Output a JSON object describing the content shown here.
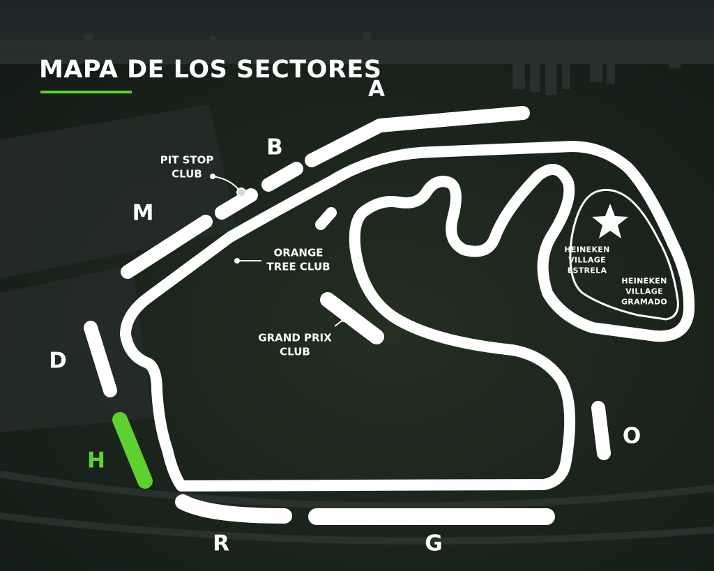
{
  "title": "MAPA DE LOS SECTORES",
  "colors": {
    "track": "#ffffff",
    "active_sector": "#5fd12f",
    "accent_underline": "#5fd12f",
    "background": "#1f2a24"
  },
  "sectors": [
    {
      "id": "A",
      "label": "A",
      "active": false
    },
    {
      "id": "B",
      "label": "B",
      "active": false
    },
    {
      "id": "M",
      "label": "M",
      "active": false
    },
    {
      "id": "D",
      "label": "D",
      "active": false
    },
    {
      "id": "H",
      "label": "H",
      "active": true
    },
    {
      "id": "R",
      "label": "R",
      "active": false
    },
    {
      "id": "G",
      "label": "G",
      "active": false
    },
    {
      "id": "O",
      "label": "O",
      "active": false
    }
  ],
  "zones": {
    "pit_stop_club": {
      "line1": "PIT STOP",
      "line2": "CLUB"
    },
    "orange_tree_club": {
      "line1": "ORANGE",
      "line2": "TREE CLUB"
    },
    "grand_prix_club": {
      "line1": "GRAND PRIX",
      "line2": "CLUB"
    },
    "heineken_village_estrela": {
      "line1": "HEINEKEN",
      "line2": "VILLAGE",
      "line3": "ESTRELA"
    },
    "heineken_village_gramado": {
      "line1": "HEINEKEN",
      "line2": "VILLAGE",
      "line3": "GRAMADO"
    }
  },
  "icons": {
    "village_marker": "star-icon"
  }
}
